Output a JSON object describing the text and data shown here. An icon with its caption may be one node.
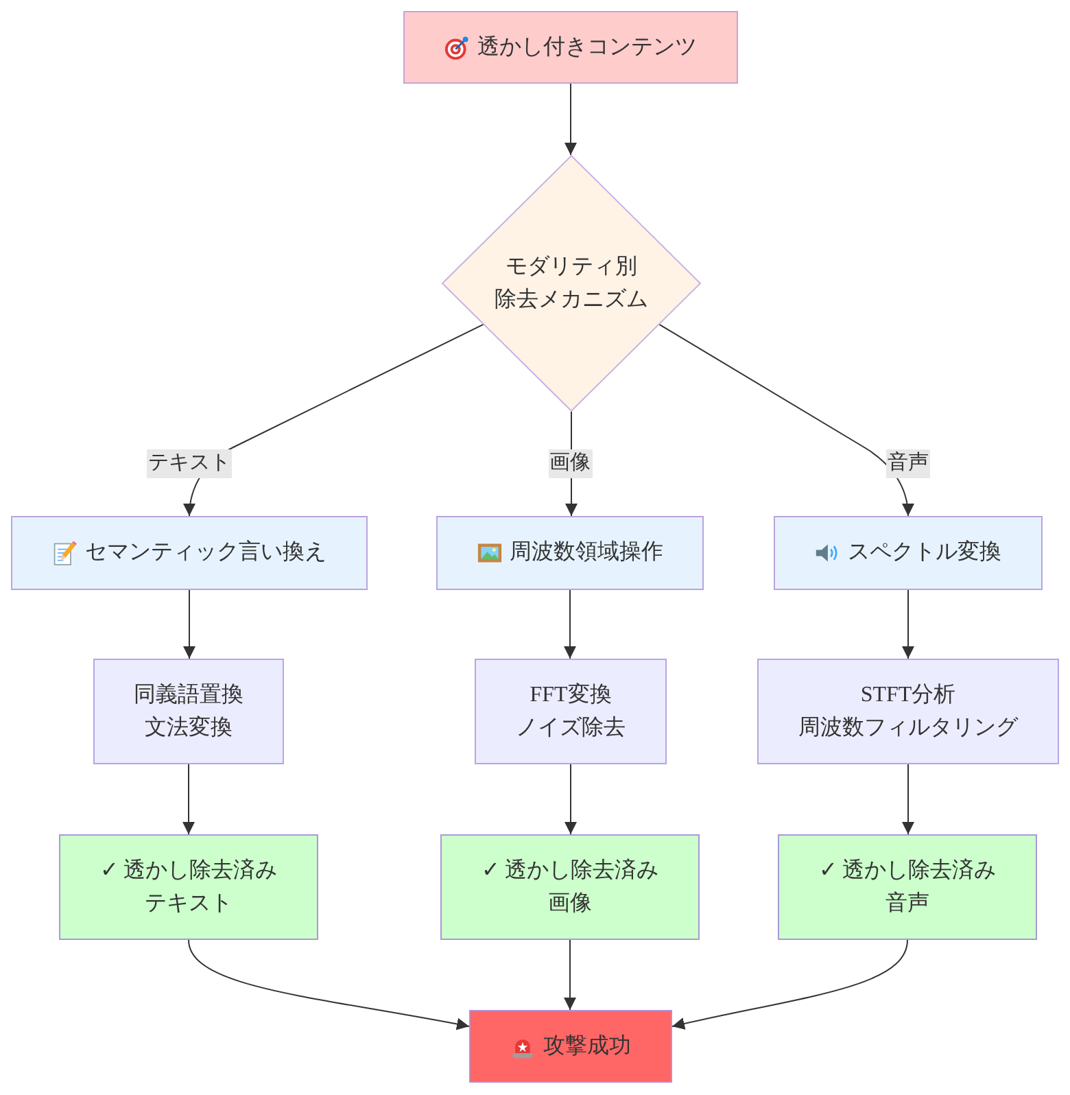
{
  "diagram": {
    "nodes": [
      {
        "text": [
          "透かし付きコンテンツ"
        ]
      },
      {
        "text": [
          "モダリティ別除去メカニズム"
        ]
      },
      {
        "text": [
          "セマンティック言い換え"
        ]
      },
      {
        "text": [
          "周波数領域操作"
        ]
      },
      {
        "text": [
          "スペクトル変換"
        ]
      },
      {
        "text": [
          "同義語置換文法変換"
        ]
      },
      {
        "text": [
          "FFT変換ノイズ除去"
        ]
      },
      {
        "text": [
          "STFT分析周波数フィルタリング"
        ]
      },
      {
        "text": [
          "✓ 透かし除去済みテキスト"
        ]
      },
      {
        "text": [
          "✓ 透かし除去済み画像"
        ]
      },
      {
        "text": [
          "✓ 透かし除去済み音声"
        ]
      },
      {
        "text": [
          "攻撃成功"
        ]
      }
    ],
    "edges": [
      {
        "from": 0,
        "to": 1,
        "arrow": "to"
      },
      {
        "from": 1,
        "to": 2,
        "arrow": "to",
        "label": "テキスト"
      },
      {
        "from": 1,
        "to": 3,
        "arrow": "to",
        "label": "画像"
      },
      {
        "from": 1,
        "to": 4,
        "arrow": "to",
        "label": "音声"
      },
      {
        "from": 2,
        "to": 5,
        "arrow": "to"
      },
      {
        "from": 3,
        "to": 6,
        "arrow": "to"
      },
      {
        "from": 4,
        "to": 7,
        "arrow": "to"
      },
      {
        "from": 5,
        "to": 8,
        "arrow": "to"
      },
      {
        "from": 6,
        "to": 9,
        "arrow": "to"
      },
      {
        "from": 7,
        "to": 10,
        "arrow": "to"
      },
      {
        "from": 8,
        "to": 11,
        "arrow": "to"
      },
      {
        "from": 9,
        "to": 11,
        "arrow": "to"
      },
      {
        "from": 10,
        "to": 11,
        "arrow": "to"
      }
    ]
  }
}
